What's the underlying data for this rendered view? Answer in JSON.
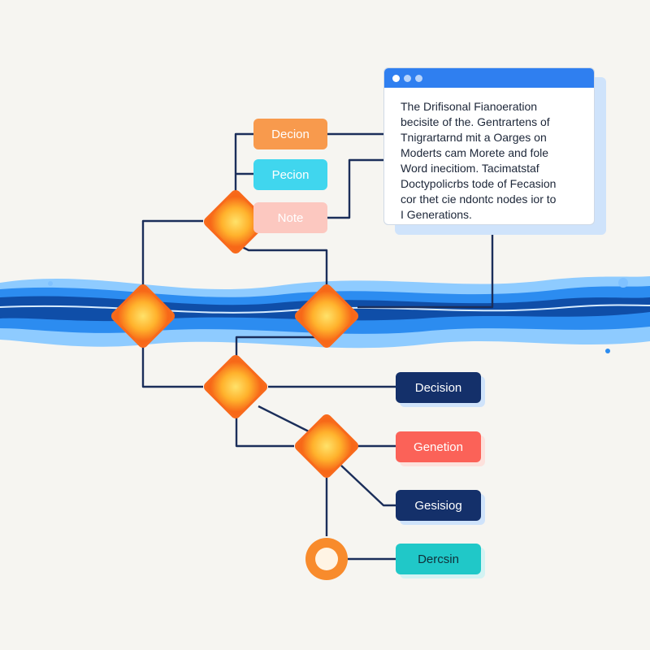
{
  "panel": {
    "lines": [
      "The Drifisonal Fianoeration",
      "becisite of the. Gentrartens of",
      "Tnigrartarnd mit a Oarges on",
      "Moderts cam Morete and fole",
      "Word inecitiom. Tacimatstaf",
      "Doctypolicrbs tode of Fecasion",
      "cor thet cie ndontc nodes ior to",
      "I Generations."
    ],
    "dot_colors": [
      "#ffffff",
      "#b8d4fb",
      "#b8d4fb"
    ]
  },
  "labels": {
    "top_1": "Decion",
    "top_2": "Pecion",
    "top_3": "Note",
    "right_1": "Decision",
    "right_2": "Genetion",
    "right_3": "Gesisiog",
    "right_4": "Dercsin"
  },
  "colors": {
    "line": "#1b2e5a",
    "diamond": "#f86a1c",
    "diamond_center": "#ffd04a",
    "water_dark": "#0f4ea8",
    "water_mid": "#1a7be6",
    "water_light": "#7fc1ff",
    "orange_label": "#f89a4d",
    "cyan_label": "#40d6ee",
    "pink_label": "#fcc8c0",
    "navy_label": "#14306a",
    "red_label": "#fb6258",
    "teal_label": "#20c8c8"
  }
}
